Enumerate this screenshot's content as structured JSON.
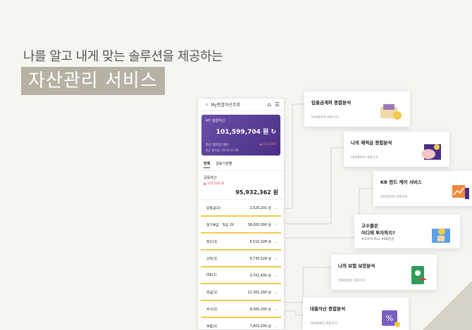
{
  "hero": {
    "subtitle": "나를 알고 내게 맞는 솔루션을 제공하는",
    "title": "자산관리 서비스"
  },
  "phone": {
    "header_title": "My종합자산조회",
    "icons": [
      "chevron-left-icon",
      "home-icon",
      "menu-icon"
    ],
    "card": {
      "label": "MY 총합자산",
      "amount": "101,599,704 원",
      "compare_label": "최근 접속일 대비",
      "change": "▲ 233,000",
      "date": "최근 접속일: 19.19 17:39"
    },
    "tabs": [
      "전체",
      "금융기관별"
    ],
    "summary": {
      "label": "금융자산",
      "change": "▲ 375,520 원",
      "total": "95,932,362 원"
    },
    "accounts": [
      {
        "name": "입출금(2)",
        "value": "2,520,201 원"
      },
      {
        "name": "정기예금 · 적금 (3)",
        "value": "38,000,000 원"
      },
      {
        "name": "펀드(1)",
        "value": "6,510,328 원"
      },
      {
        "name": "신탁(1)",
        "value": "6,730,528 원"
      },
      {
        "name": "ISA(1)",
        "value": "3,702,430 원"
      },
      {
        "name": "연금(1)",
        "value": "21,301,300 원"
      },
      {
        "name": "주식(2)",
        "value": "8,300,200 원"
      },
      {
        "name": "보험(1)",
        "value": "7,803,200 원"
      }
    ]
  },
  "cards": [
    {
      "title": "입출금계좌 종합분석",
      "sub": "마이데이터 바로가기"
    },
    {
      "title": "나의 예적금 종합분석",
      "sub": "마이데이터 바로가기"
    },
    {
      "title": "KB 펀드 케어 서비스",
      "sub": "마이데이터 바로가기"
    },
    {
      "title": "고수들은",
      "title2": "어디에 투자하지?",
      "sub": "#고수의 Pick #KB증권"
    },
    {
      "title": "나의 보험 보장분석",
      "sub": "마이데이터 바로가기"
    },
    {
      "title": "대출자산 종합분석",
      "sub": "마이데이터 바로가기"
    }
  ],
  "colors": {
    "accent_purple": "#5a3d98",
    "underline_yellow": "#f2c94c",
    "hero_bg": "#b7b1a4"
  }
}
